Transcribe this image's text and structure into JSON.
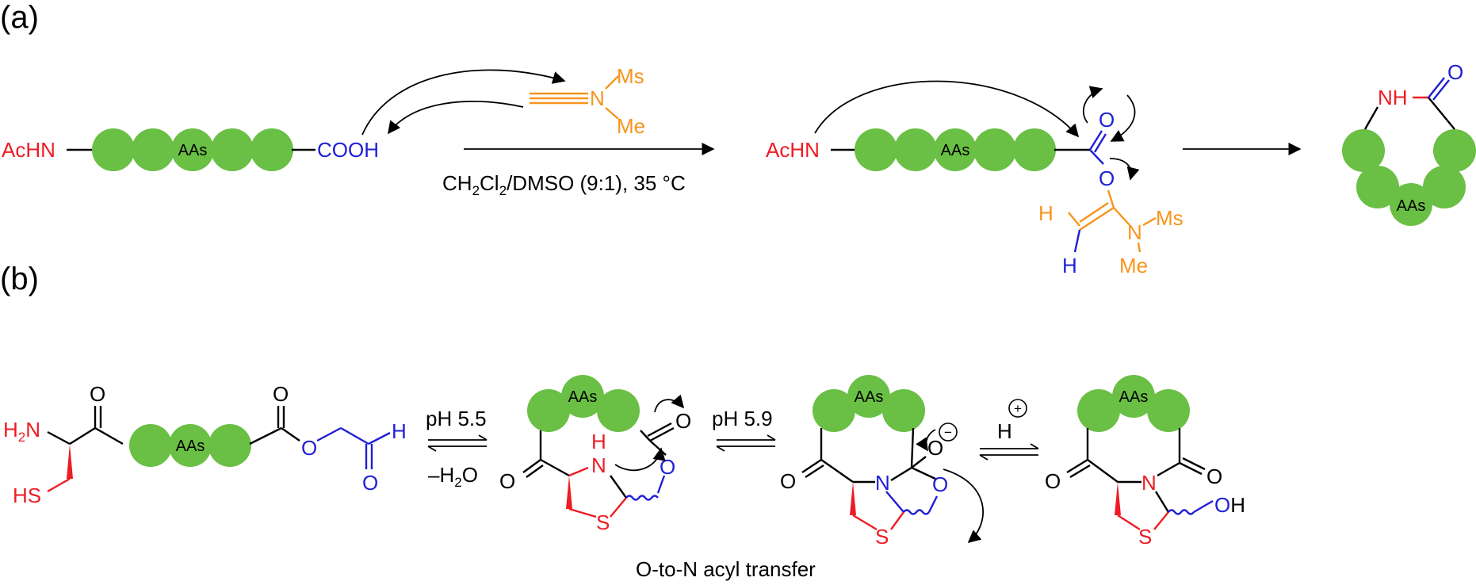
{
  "colors": {
    "bead": "#6abf45",
    "red": "#ee1c24",
    "blue": "#1f1fd6",
    "orange": "#f7941d",
    "black": "#000000"
  },
  "panel_a": {
    "label": "(a)",
    "acthn": "AcHN",
    "aas": "AAs",
    "cooh": "COOH",
    "ms": "Ms",
    "n": "N",
    "me": "Me",
    "conditions": {
      "prefix": "CH",
      "sub1": "2",
      "mid": "Cl",
      "sub2": "2",
      "suffix": "/DMSO (9:1), 35 °C"
    },
    "o": "O",
    "h": "H",
    "nh": "NH"
  },
  "panel_b": {
    "label": "(b)",
    "h2n": "H",
    "h2n_sub": "2",
    "h2n_n": "N",
    "sh": "HS",
    "o": "O",
    "h": "H",
    "aas": "AAs",
    "ph1": "pH 5.5",
    "water": "–H",
    "water_sub": "2",
    "water_o": "O",
    "ph2": "pH 5.9",
    "n": "N",
    "s": "S",
    "minus": "−",
    "plus": "+",
    "oh": "OH",
    "caption": "O-to-N acyl transfer"
  }
}
